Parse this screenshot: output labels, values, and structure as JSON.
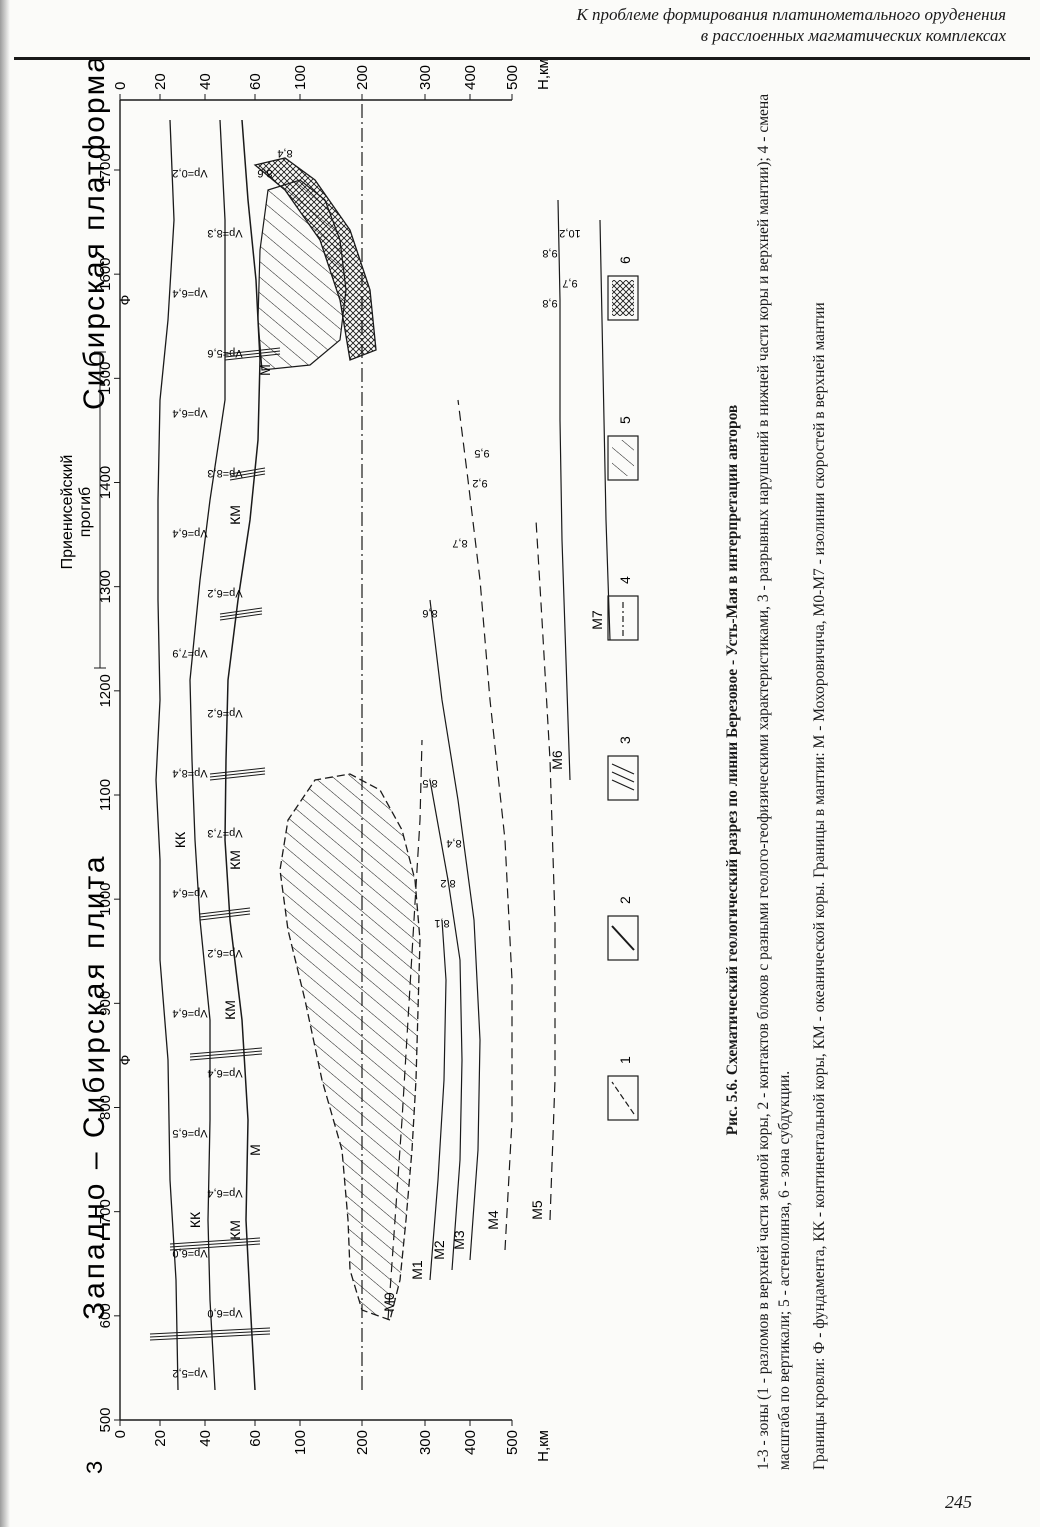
{
  "header": {
    "line1": "К проблеме формирования платинометального оруденения",
    "line2": "в расслоенных магматических комплексах"
  },
  "figure": {
    "direction_label": "З",
    "region_west": "Западно – Сибирская плита",
    "trough_label_1": "Приенисейский",
    "trough_label_2": "прогиб",
    "region_east": "Сибирская платформа",
    "distance_ticks": [
      "500",
      "600",
      "700",
      "800",
      "900",
      "1000",
      "1100",
      "1200",
      "1300",
      "1400",
      "1500",
      "1600",
      "1700"
    ],
    "depth_ticks": [
      "0",
      "20",
      "40",
      "60",
      "100",
      "200",
      "300",
      "400",
      "500"
    ],
    "depth_axis_label": "Н,км",
    "mantle_boundaries": [
      "М0",
      "М1",
      "М2",
      "М3",
      "М4",
      "М5",
      "М6",
      "М7"
    ],
    "crust_labels": {
      "foundation": "Ф",
      "continental_crust": "КК",
      "oceanic_crust": "КМ",
      "moho": "М"
    },
    "velocity_labels": [
      "Vр=5,2",
      "Vр=6,0",
      "Vр=6,0",
      "Vр=6,4",
      "Vр=6,5",
      "Vр=6,4",
      "Vр=6,4",
      "Vр=6,2",
      "Vр=6,4",
      "Vр=7,3",
      "Vр=8,4",
      "Vр=6,2",
      "Vр=7,9",
      "Vр=6,2",
      "Vр=6,4",
      "Vр=8,3",
      "Vр=6,4",
      "Vр=5,6",
      "Vр=6,4",
      "Vр=8,3",
      "Vр=0,2"
    ],
    "isoline_values": [
      "8,1",
      "8,2",
      "8,4",
      "8,5",
      "8,6",
      "8,7",
      "9,2",
      "9,5",
      "9,8",
      "9,7",
      "9,8",
      "10,2",
      "8,6",
      "8,4"
    ],
    "legend_items": [
      "1",
      "2",
      "3",
      "4",
      "5",
      "6"
    ]
  },
  "caption": {
    "title": "Рис. 5.6. Схематический геологический разрез по линии Березовое - Усть-Мая в интерпретации авторов",
    "para1": "1-3 - зоны (1 - разломов в верхней части земной коры, 2 - контактов блоков с разными геолого-геофизическими характеристиками, 3 - разрывных нарушений в нижней части коры и верхней мантии); 4 - смена масштаба по вертикали; 5 - астенолинза, 6 - зона субдукции.",
    "para2": "Границы кровли: Ф - фундамента, КК - континентальной коры, КМ - океанической коры. Границы в мантии: М - Мохоровичича, М0-М7 - изолинии скоростей в верхней мантии"
  },
  "page_number": "245",
  "colors": {
    "ink": "#1a1a1a",
    "paper": "#fbfbf9"
  }
}
